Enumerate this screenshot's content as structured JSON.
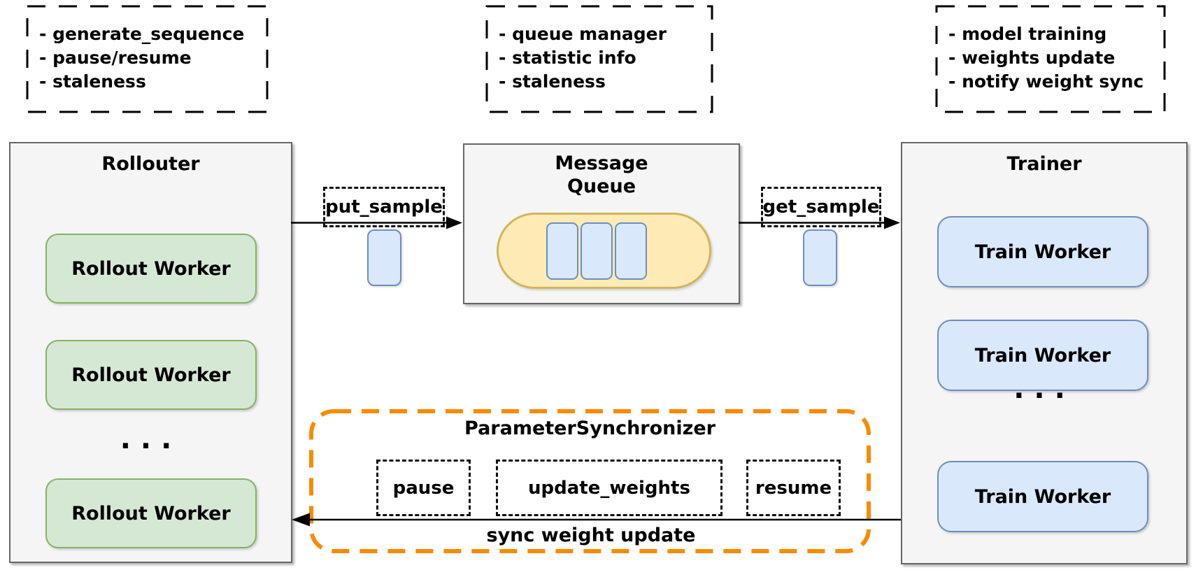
{
  "annotations": {
    "rollouter": {
      "items": [
        "- generate_sequence",
        "- pause/resume",
        "- staleness"
      ]
    },
    "message_queue": {
      "items": [
        "- queue manager",
        "- statistic info",
        "- staleness"
      ]
    },
    "trainer": {
      "items": [
        "- model training",
        "- weights update",
        "- notify weight sync"
      ]
    }
  },
  "rollouter": {
    "title": "Rollouter",
    "workers": [
      "Rollout Worker",
      "Rollout Worker",
      "Rollout Worker"
    ],
    "ellipsis": "..."
  },
  "message_queue": {
    "title": "Message\nQueue",
    "slot_count": 3
  },
  "trainer": {
    "title": "Trainer",
    "workers": [
      "Train Worker",
      "Train Worker",
      "Train Worker"
    ],
    "ellipsis": "..."
  },
  "flows": {
    "put_sample": "put_sample",
    "get_sample": "get_sample",
    "sync_weight_update": "sync weight update"
  },
  "synchronizer": {
    "title": "ParameterSynchronizer",
    "operations": [
      "pause",
      "update_weights",
      "resume"
    ]
  },
  "colors": {
    "panel_fill": "#f5f5f5",
    "panel_border": "#666666",
    "green_fill": "#d5e8d4",
    "green_border": "#82b366",
    "blue_fill": "#dae8fc",
    "blue_border": "#6c8ebf",
    "yellow_fill": "#fdeab5",
    "yellow_border": "#d2b55b",
    "orange_accent": "#f78b00",
    "line_color": "#000000"
  }
}
